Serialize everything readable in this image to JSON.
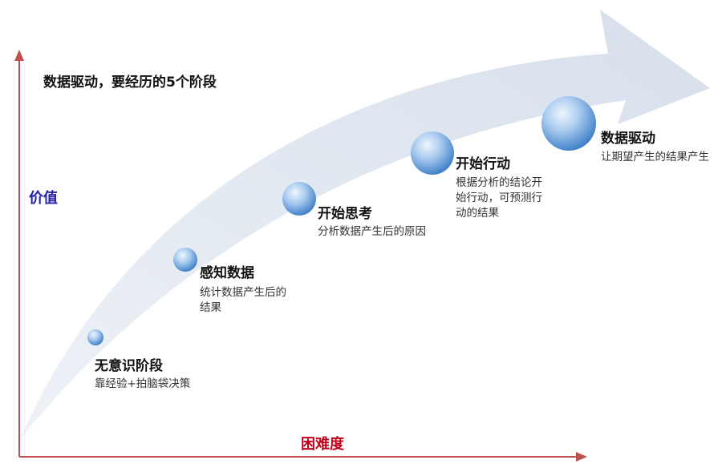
{
  "title": "数据驱动，要经历的5个阶段",
  "y_axis_label": "价值",
  "x_axis_label": "困难度",
  "colors": {
    "axis": "#c0504d",
    "axis_label": "#2121a8",
    "x_label": "#c0001a",
    "arrow_fill": "#dfe6f0",
    "bubble_light": "#e8f2fc",
    "bubble_dark": "#3f7fc8"
  },
  "stages": [
    {
      "title": "无意识阶段",
      "desc": "靠经验+拍脑袋决策"
    },
    {
      "title": "感知数据",
      "desc": "统计数据产生后的结果"
    },
    {
      "title": "开始思考",
      "desc": "分析数据产生后的原因"
    },
    {
      "title": "开始行动",
      "desc": "根据分析的结论开始行动，可预测行动的结果"
    },
    {
      "title": "数据驱动",
      "desc": "让期望产生的结果产生"
    }
  ]
}
